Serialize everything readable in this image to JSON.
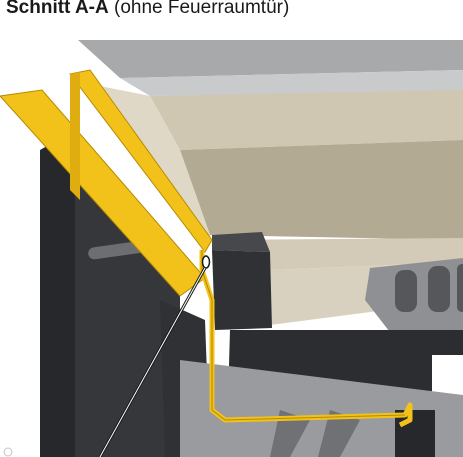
{
  "caption": {
    "label_bold": "Schnitt A-A",
    "label_rest": "(ohne Feuerraumtür)"
  },
  "colors": {
    "cut_plate_yellow": "#f2c21a",
    "cut_plate_edge": "#b58a00",
    "stove_body_dark": "#2b2d30",
    "stove_body_mid": "#3a3c40",
    "firebox_beige": "#d9d1bf",
    "metal_grey": "#b9babc",
    "grate_grey": "#8e9093"
  },
  "icons": [
    "pointer-leader-line",
    "pointer-ring-marker"
  ]
}
